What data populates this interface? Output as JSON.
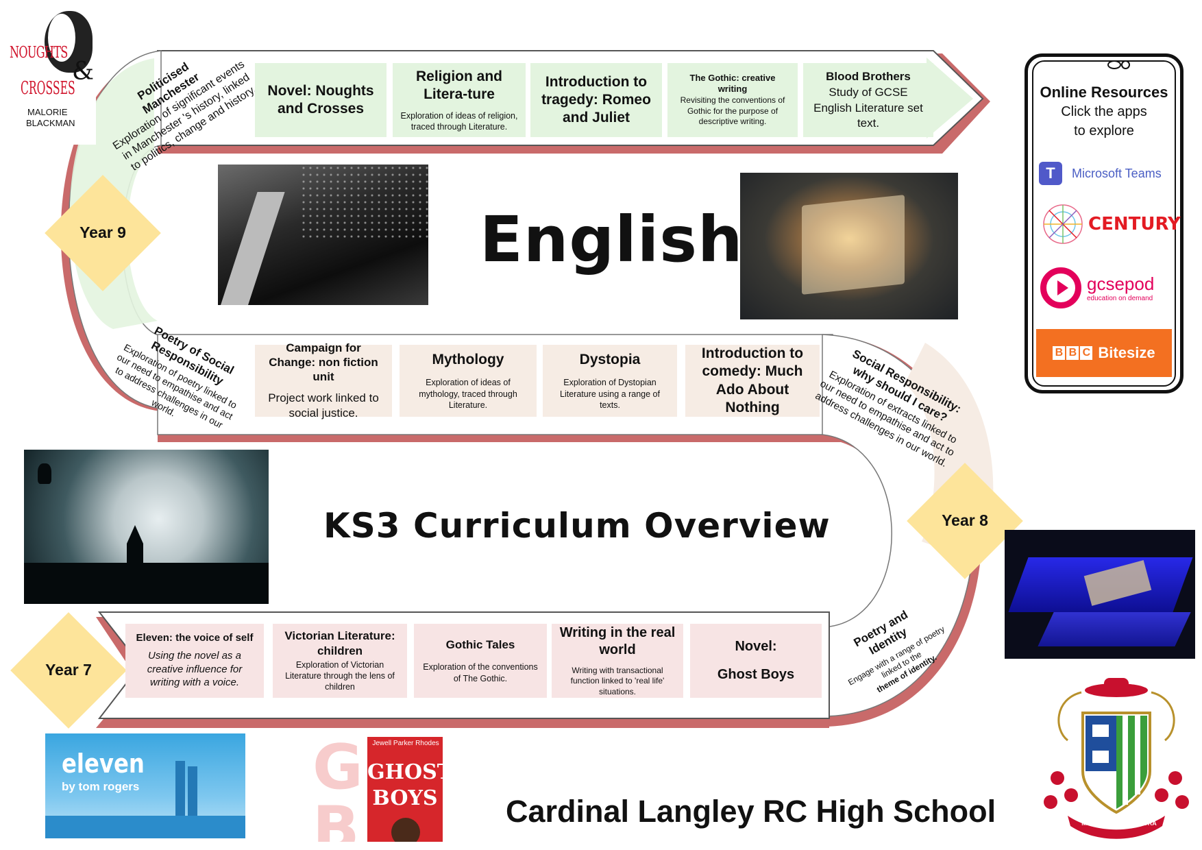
{
  "book_cover_noughts": {
    "title_line1": "NOUGHTS",
    "title_amp": "&",
    "title_line2": "CROSSES",
    "author_line1": "MALORIE",
    "author_line2": "BLACKMAN"
  },
  "title": "English",
  "subtitle": "KS3 Curriculum Overview",
  "school_name": "Cardinal Langley RC High School",
  "years": {
    "year9": "Year 9",
    "year8": "Year 8",
    "year7": "Year 7"
  },
  "year9": {
    "politicised": {
      "title_line1": "Politicised",
      "title_line2": "Manchester",
      "body": "Exploration of significant events in Manchester 's history, linked to politics, change and history."
    },
    "noughts": {
      "title": "Novel: Noughts and Crosses"
    },
    "religion": {
      "title": "Religion and Litera-ture",
      "body": "Exploration of ideas of religion, traced through Literature."
    },
    "tragedy": {
      "title": "Introduction to tragedy: Romeo and Juliet"
    },
    "gothic_writing": {
      "title": "The Gothic: creative writing",
      "body": "Revisiting the conventions of Gothic for the purpose of descriptive writing."
    },
    "blood_brothers": {
      "title": "Blood Brothers",
      "body": "Study of GCSE English Literature set text."
    }
  },
  "year8": {
    "poetry_social": {
      "title": "Poetry of Social Responsibility",
      "body": "Exploration of poetry linked to our need to empathise and act to address challenges in our world."
    },
    "campaign": {
      "title": "Campaign for Change: non fiction unit",
      "body": "Project work linked to social justice."
    },
    "mythology": {
      "title": "Mythology",
      "body": "Exploration of ideas of mythology, traced through Literature."
    },
    "dystopia": {
      "title": "Dystopia",
      "body": "Exploration of Dystopian Literature using a range of texts."
    },
    "comedy": {
      "title": "Introduction to comedy: Much Ado About Nothing"
    },
    "social_resp": {
      "title_line1": "Social Responsibility:",
      "title_line2": "why should I care?",
      "body": "Exploration of extracts linked to our need to empathise and act to address challenges in our world."
    }
  },
  "year7": {
    "eleven": {
      "title": "Eleven: the voice of self",
      "body": "Using the novel as a creative influence for writing with a voice."
    },
    "victorian": {
      "title": "Victorian Literature: children",
      "body": "Exploration of Victorian Literature through the lens of children"
    },
    "gothic_tales": {
      "title": "Gothic Tales",
      "body": "Exploration of the conventions of The Gothic."
    },
    "real_world": {
      "title": "Writing in the real world",
      "body": "Writing with transactional function linked to 'real life' situations."
    },
    "ghost_boys": {
      "title_line1": "Novel:",
      "title_line2": "Ghost Boys"
    },
    "poetry_identity": {
      "title_line1": "Poetry and",
      "title_line2": "Identity",
      "body": "Engage with a range of poetry linked to the",
      "body_bold": "theme of identity."
    }
  },
  "phone": {
    "heading": "Online Resources",
    "line1": "Click the apps",
    "line2": "to explore",
    "apps": {
      "teams": "Microsoft Teams",
      "century": "CENTURY",
      "gcsepod": "gcsepod",
      "gcsepod_tag": "education on demand",
      "bbc": "Bitesize",
      "bbc_blocks": [
        "B",
        "B",
        "C"
      ]
    }
  },
  "book_cover_eleven": {
    "title": "eleven",
    "author": "by tom rogers"
  },
  "book_cover_ghost": {
    "author": "Jewell Parker Rhodes",
    "title_line1": "GHOST",
    "title_line2": "BOYS"
  },
  "crest": {
    "motto": "MONITI · FIDE · MELIORA"
  },
  "colors": {
    "track": "#c96a6a",
    "year9": "#e3f4df",
    "year8": "#f6ece4",
    "year7": "#f7e4e4",
    "diamond": "#fde49a",
    "bbc": "#f37021",
    "century": "#e31b23",
    "gcsepod": "#e3005b",
    "teams": "#5059c9"
  }
}
